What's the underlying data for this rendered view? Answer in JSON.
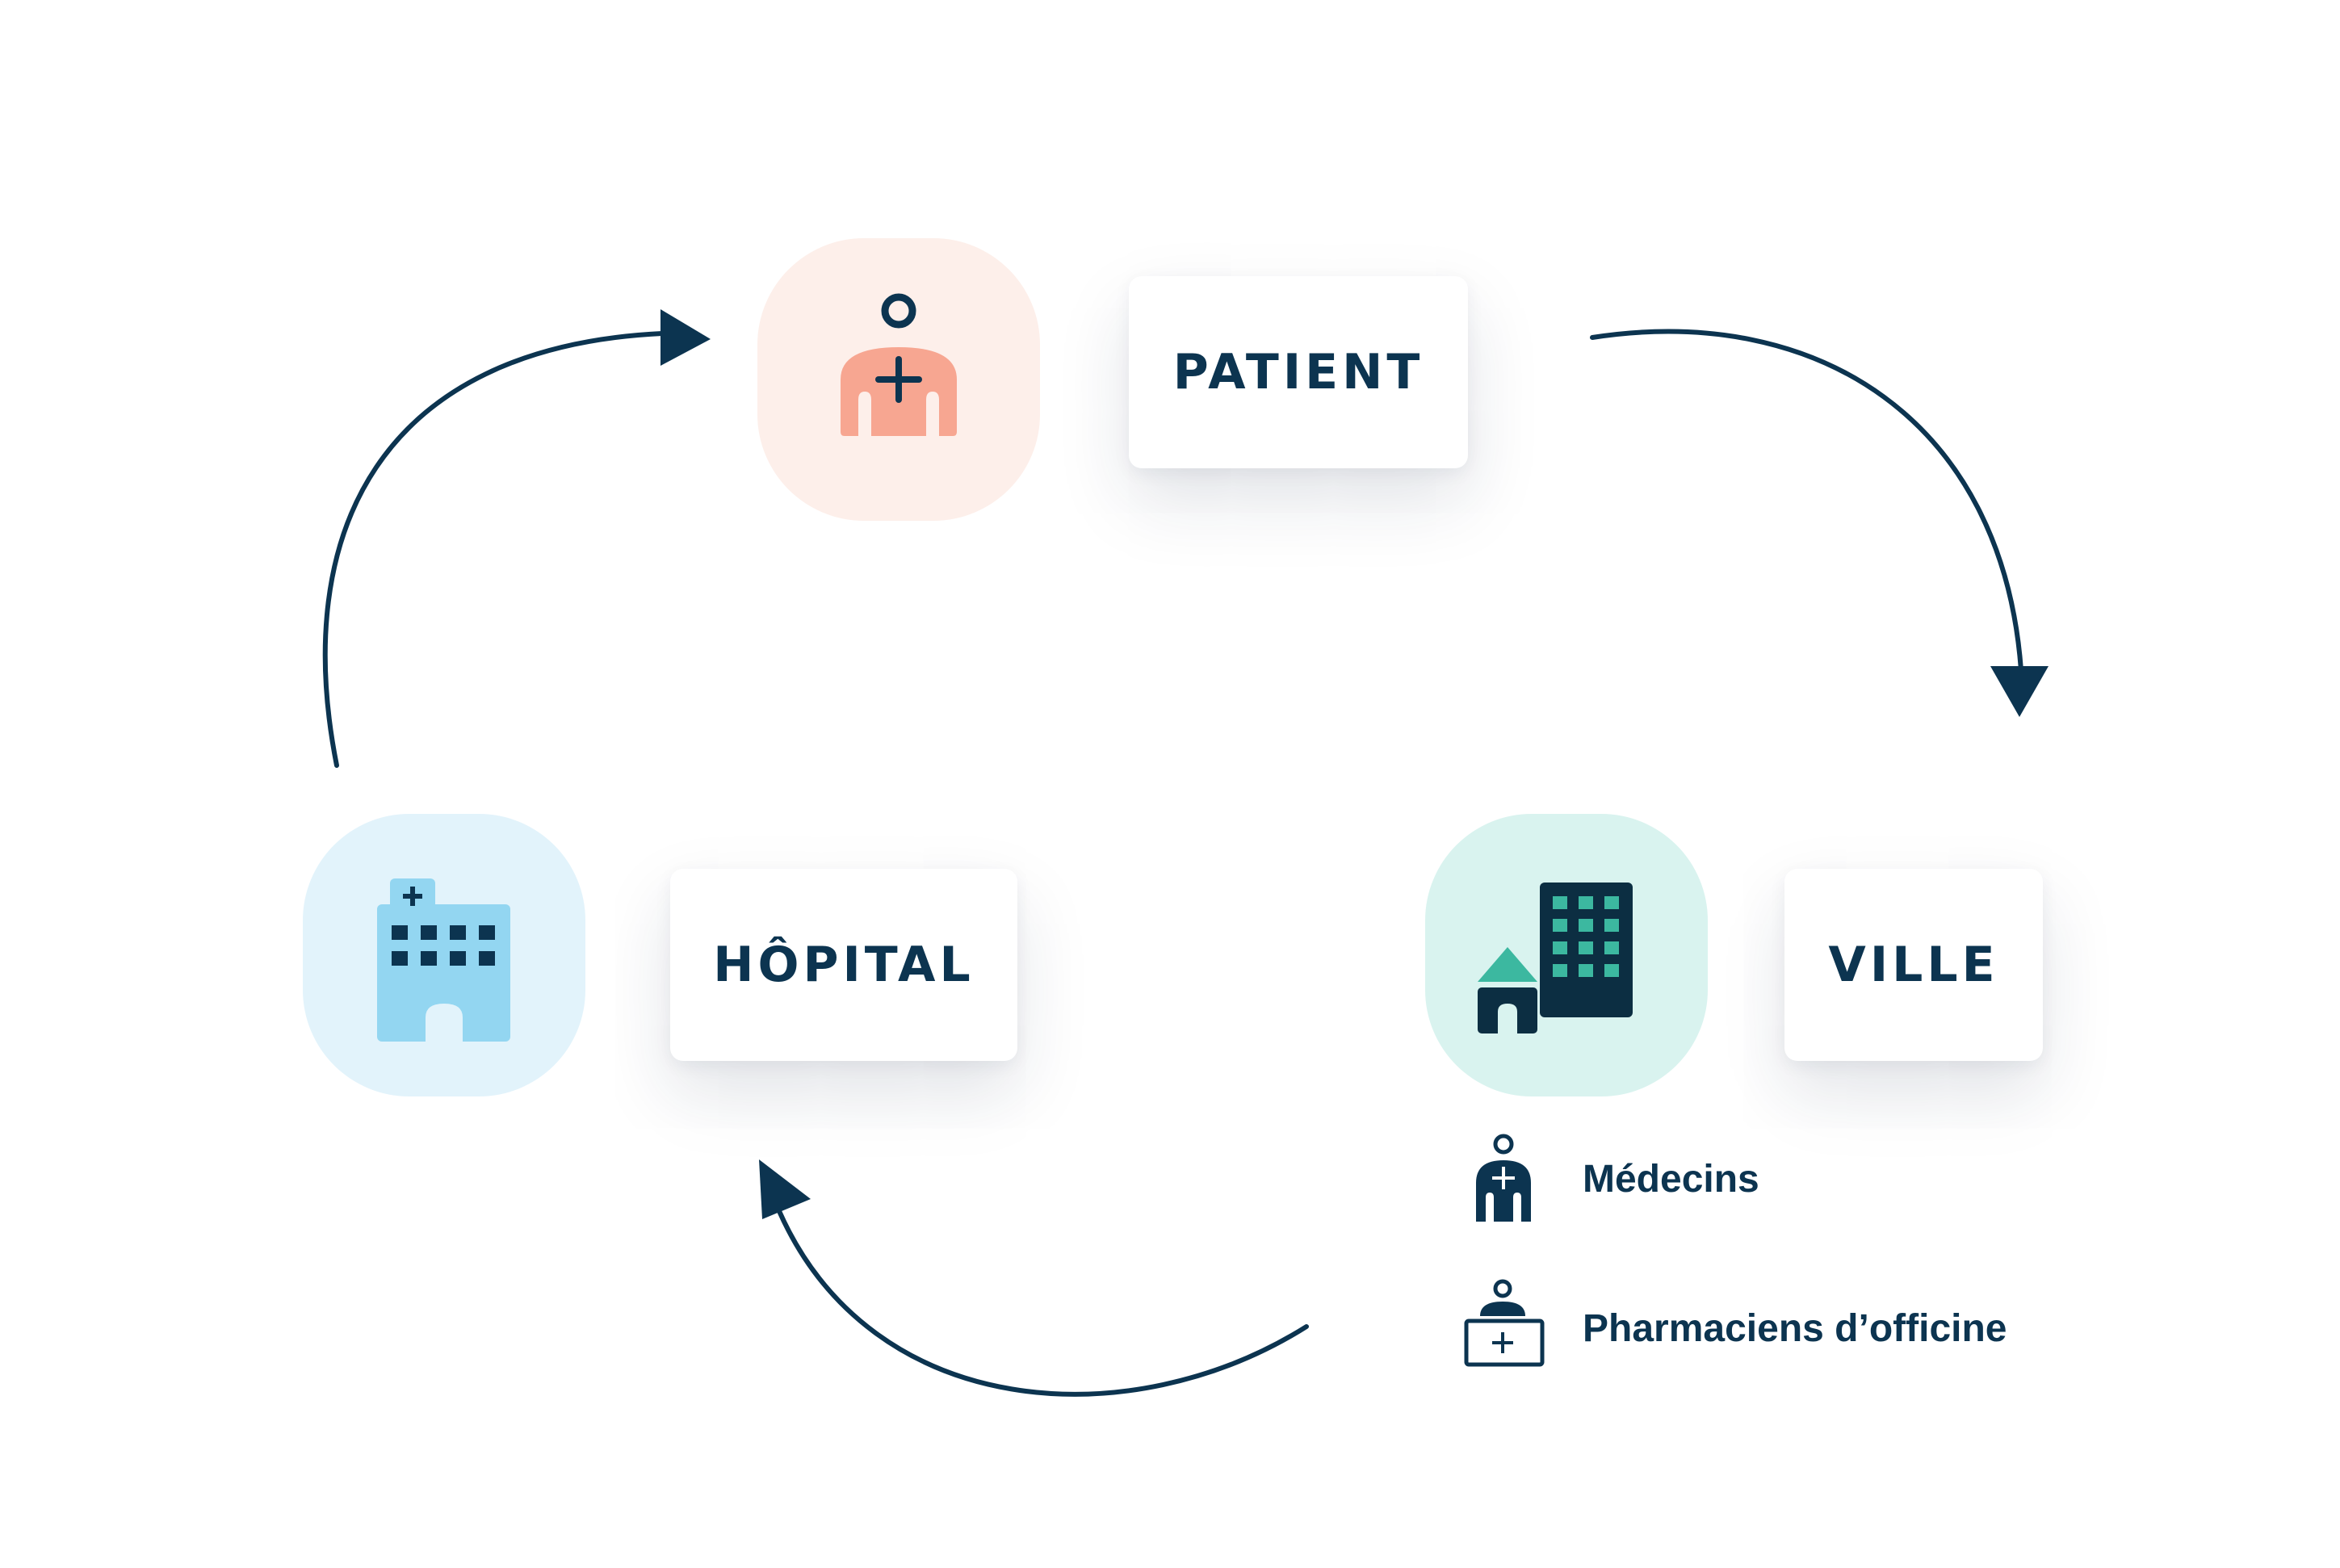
{
  "nodes": {
    "patient": {
      "label": "PATIENT",
      "icon": "patient-icon",
      "tile_color": "#fdefea",
      "icon_color": "#f7a691"
    },
    "ville": {
      "label": "VILLE",
      "icon": "city-icon",
      "tile_color": "#d9f3ef",
      "icon_color": "#3cb8a0"
    },
    "hopital": {
      "label": "HÔPITAL",
      "icon": "hospital-icon",
      "tile_color": "#e2f3fb",
      "icon_color": "#93d6f1"
    }
  },
  "legend": [
    {
      "label": "Médecins",
      "icon": "doctor-icon"
    },
    {
      "label": "Pharmaciens d’officine",
      "icon": "pharmacist-icon"
    }
  ],
  "colors": {
    "navy": "#0c3450",
    "arrow": "#0c3450"
  }
}
